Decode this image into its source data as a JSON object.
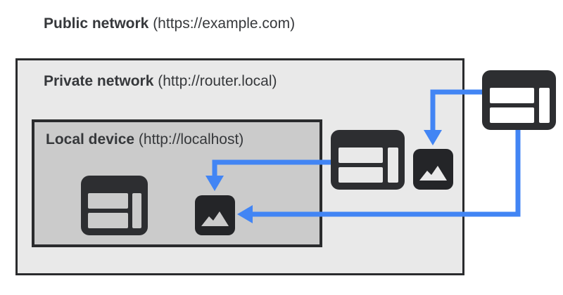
{
  "labels": {
    "public": {
      "bold": "Public network",
      "url": " (https://example.com)"
    },
    "private": {
      "bold": "Private network",
      "url": " (http://router.local)"
    },
    "local": {
      "bold": "Local device",
      "url": " (http://localhost)"
    }
  },
  "colors": {
    "arrow_blue": "#4285F4",
    "icon_dark": "#2D2E31",
    "private_zone_fill": "#E9E9E9",
    "local_zone_fill": "#CBCBCB",
    "zone_border": "#2A2B2D",
    "text": "#36383B",
    "background": "#FFFFFF"
  },
  "icons": {
    "browser": "browser-window-icon",
    "image": "image-icon"
  },
  "diagram": {
    "zones": [
      {
        "id": "public-network",
        "label": "Public network (https://example.com)"
      },
      {
        "id": "private-network",
        "label": "Private network (http://router.local)"
      },
      {
        "id": "local-device",
        "label": "Local device (http://localhost)"
      }
    ],
    "nodes": [
      {
        "id": "local-device-browser",
        "type": "browser-window",
        "zone": "local-device"
      },
      {
        "id": "local-device-image",
        "type": "image",
        "zone": "local-device"
      },
      {
        "id": "private-network-browser",
        "type": "browser-window",
        "zone": "private-network"
      },
      {
        "id": "private-network-image",
        "type": "image",
        "zone": "private-network"
      },
      {
        "id": "public-network-browser",
        "type": "browser-window",
        "zone": "public-network"
      }
    ],
    "connections": [
      {
        "from": "private-network-browser",
        "to": "local-device-image"
      },
      {
        "from": "public-network-browser",
        "to": "private-network-image"
      },
      {
        "from": "public-network-browser",
        "to": "local-device-image"
      }
    ]
  }
}
